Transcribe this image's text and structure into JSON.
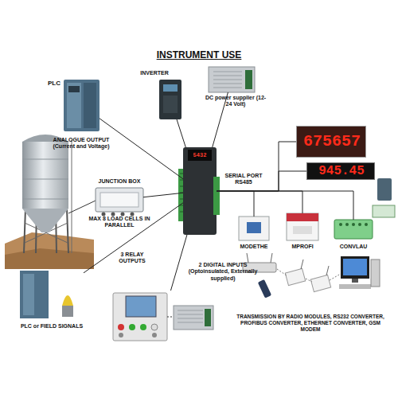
{
  "diagram": {
    "title": "INSTRUMENT USE",
    "nodes": [
      {
        "text": [
          "PLC"
        ]
      },
      {
        "text": [
          "INVERTER"
        ]
      },
      {
        "text": [
          "DC power supplier (12-24 Volt)"
        ]
      },
      {
        "text": [
          "675657"
        ]
      },
      {
        "text": [
          "945.45"
        ]
      },
      {
        "text": [
          "5432"
        ]
      },
      {
        "text": [
          "JUNCTION BOX",
          "MAX 8 LOAD CELLS IN PARALLEL"
        ]
      },
      {
        "text": [
          "MODETHE"
        ]
      },
      {
        "text": [
          "MPROFI"
        ]
      },
      {
        "text": [
          "CONVLAU"
        ]
      },
      {
        "text": [
          "PLC or FIELD SIGNALS"
        ]
      },
      {
        "text": [
          "2 DIGITAL INPUTS (Optoinsulated, Externally supplied)"
        ]
      },
      {
        "text": [
          "TRANSMISSION BY RADIO MODULES, RS232 CONVERTER, PROFIBUS CONVERTER, ETHERNET CONVERTER, GSM MODEM"
        ]
      }
    ],
    "edges": [
      {
        "from": 5,
        "to": 0,
        "arrow": "none",
        "label": "ANALOGUE OUTPUT (Current and Voltage)"
      },
      {
        "from": 5,
        "to": 1,
        "arrow": "none"
      },
      {
        "from": 5,
        "to": 2,
        "arrow": "none"
      },
      {
        "from": 5,
        "to": 3,
        "arrow": "none"
      },
      {
        "from": 5,
        "to": 4,
        "arrow": "none"
      },
      {
        "from": 5,
        "to": 7,
        "arrow": "none",
        "label": "SERIAL PORT RS485"
      },
      {
        "from": 5,
        "to": 8,
        "arrow": "none"
      },
      {
        "from": 5,
        "to": 9,
        "arrow": "none"
      },
      {
        "from": 5,
        "to": 6,
        "arrow": "none"
      },
      {
        "from": 5,
        "to": 10,
        "arrow": "none",
        "label": "3 RELAY OUTPUTS"
      },
      {
        "from": 5,
        "to": 11,
        "arrow": "none"
      }
    ]
  }
}
